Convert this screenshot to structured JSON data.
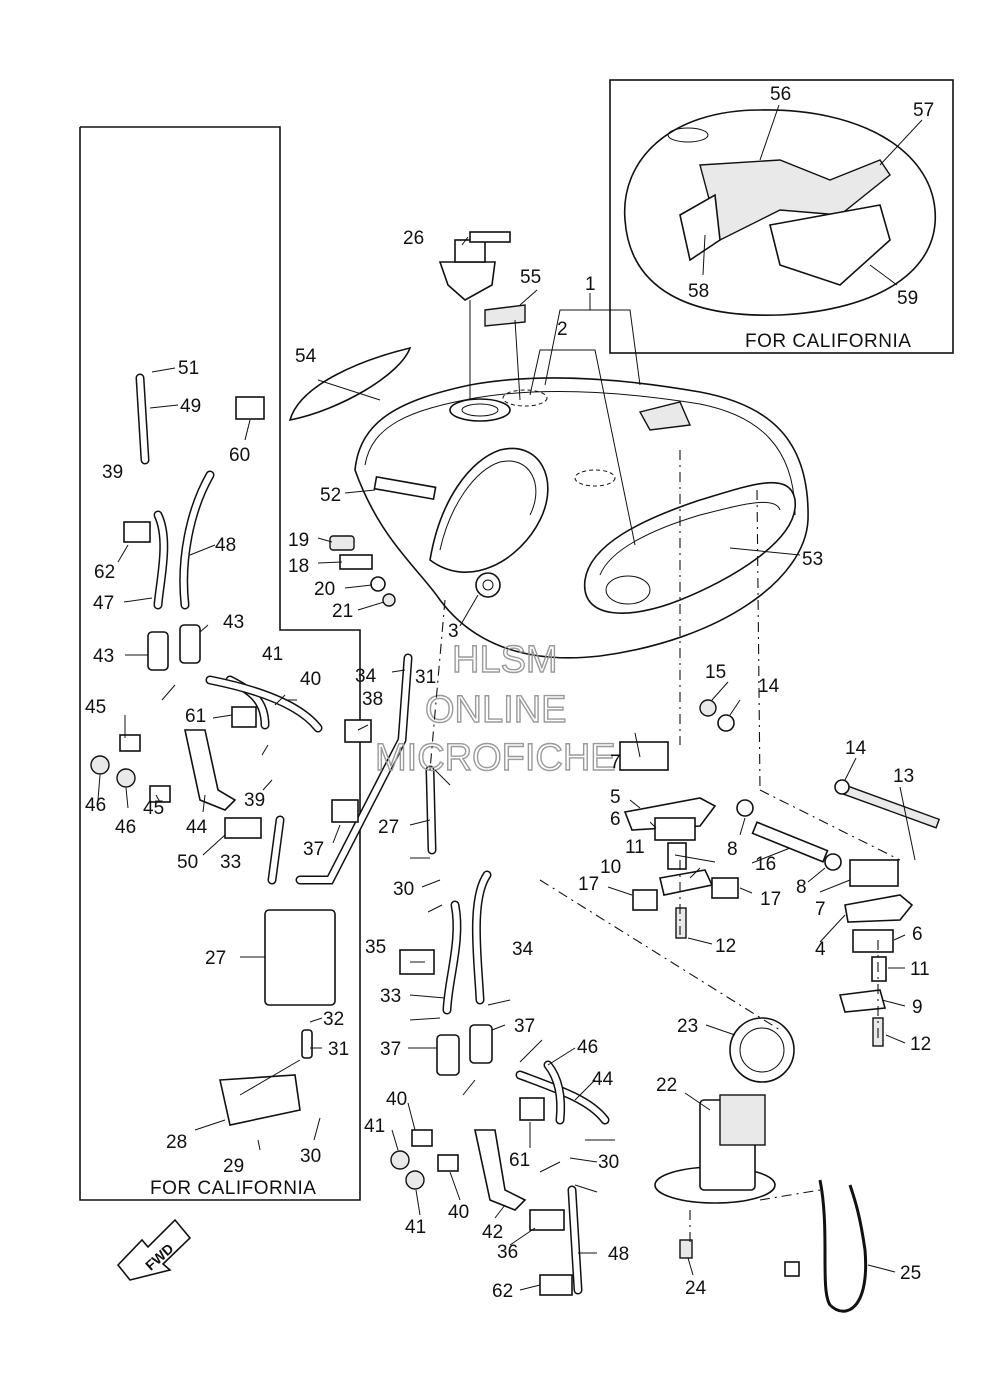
{
  "boxes": {
    "california_top": "FOR CALIFORNIA",
    "california_left": "FOR CALIFORNIA"
  },
  "fwd_arrow": "FWD",
  "watermark": [
    "HLSM",
    "ONLINE",
    "MICROFICHE"
  ],
  "callouts": {
    "c1": "1",
    "c2": "2",
    "c3": "3",
    "c4": "4",
    "c5": "5",
    "c6a": "6",
    "c6b": "6",
    "c7a": "7",
    "c7b": "7",
    "c8a": "8",
    "c8b": "8",
    "c9": "9",
    "c10": "10",
    "c11a": "11",
    "c11b": "11",
    "c12a": "12",
    "c12b": "12",
    "c13": "13",
    "c14a": "14",
    "c14b": "14",
    "c15": "15",
    "c16": "16",
    "c17a": "17",
    "c17b": "17",
    "c18": "18",
    "c19": "19",
    "c20": "20",
    "c21": "21",
    "c22": "22",
    "c23": "23",
    "c24": "24",
    "c25": "25",
    "c26": "26",
    "c27a": "27",
    "c27b": "27",
    "c28": "28",
    "c29": "29",
    "c30a": "30",
    "c30b": "30",
    "c30c": "30",
    "c31a": "31",
    "c31b": "31",
    "c32": "32",
    "c33a": "33",
    "c33b": "33",
    "c34a": "34",
    "c34b": "34",
    "c35": "35",
    "c36": "36",
    "c37a": "37",
    "c37b": "37",
    "c37c": "37",
    "c38": "38",
    "c39a": "39",
    "c39b": "39",
    "c40a": "40",
    "c40b": "40",
    "c40c": "40",
    "c41a": "41",
    "c41b": "41",
    "c41c": "41",
    "c42": "42",
    "c43a": "43",
    "c43b": "43",
    "c44a": "44",
    "c44b": "44",
    "c45a": "45",
    "c45b": "45",
    "c46a": "46",
    "c46b": "46",
    "c46c": "46",
    "c47": "47",
    "c48a": "48",
    "c48b": "48",
    "c49": "49",
    "c50": "50",
    "c51": "51",
    "c52": "52",
    "c53": "53",
    "c54": "54",
    "c55": "55",
    "c56": "56",
    "c57": "57",
    "c58": "58",
    "c59": "59",
    "c60": "60",
    "c61a": "61",
    "c61b": "61",
    "c62a": "62",
    "c62b": "62"
  }
}
